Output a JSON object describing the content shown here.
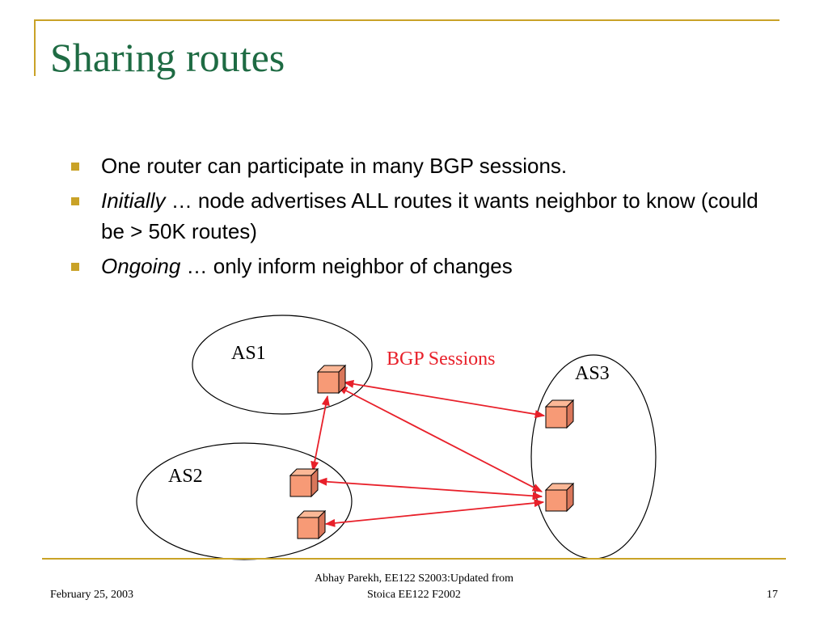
{
  "slide": {
    "title": "Sharing routes",
    "bullets": [
      {
        "italic": "",
        "text": "One router can participate in many BGP sessions."
      },
      {
        "italic": "Initially",
        "text": " … node advertises ALL routes it wants neighbor to know (could be > 50K routes)"
      },
      {
        "italic": "Ongoing",
        "text": " … only inform neighbor of changes"
      }
    ]
  },
  "diagram": {
    "as_labels": [
      "AS1",
      "AS2",
      "AS3"
    ],
    "sessions_label": "BGP Sessions",
    "colors": {
      "router_face": "#f79a76",
      "router_side": "#d9765a",
      "router_top": "#fbb897",
      "session_line": "#e8202a",
      "session_text": "#e8202a",
      "accent": "#c9a227",
      "title": "#1e6b43"
    }
  },
  "footer": {
    "date": "February 25, 2003",
    "credit_line1": "Abhay Parekh, EE122 S2003:Updated from",
    "credit_line2": "Stoica EE122 F2002",
    "page_number": "17"
  }
}
